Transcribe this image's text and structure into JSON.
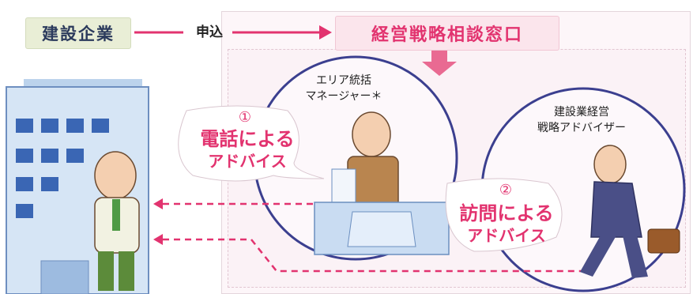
{
  "company": {
    "label": "建設企業"
  },
  "flow": {
    "apply_label": "申込"
  },
  "desk": {
    "title": "経営戦略相談窓口"
  },
  "manager": {
    "line1": "エリア統括",
    "line2": "マネージャー＊"
  },
  "advisor": {
    "line1": "建設業経営",
    "line2": "戦略アドバイザー"
  },
  "phone_advice": {
    "number": "①",
    "line1": "電話による",
    "line2": "アドバイス"
  },
  "visit_advice": {
    "number": "②",
    "line1": "訪問による",
    "line2": "アドバイス"
  },
  "colors": {
    "accent": "#e2336f",
    "circle": "#3b3f8f",
    "panel": "#fbf2f6",
    "company_box": "#e9eed6",
    "desk_box": "#fbe5ec"
  }
}
